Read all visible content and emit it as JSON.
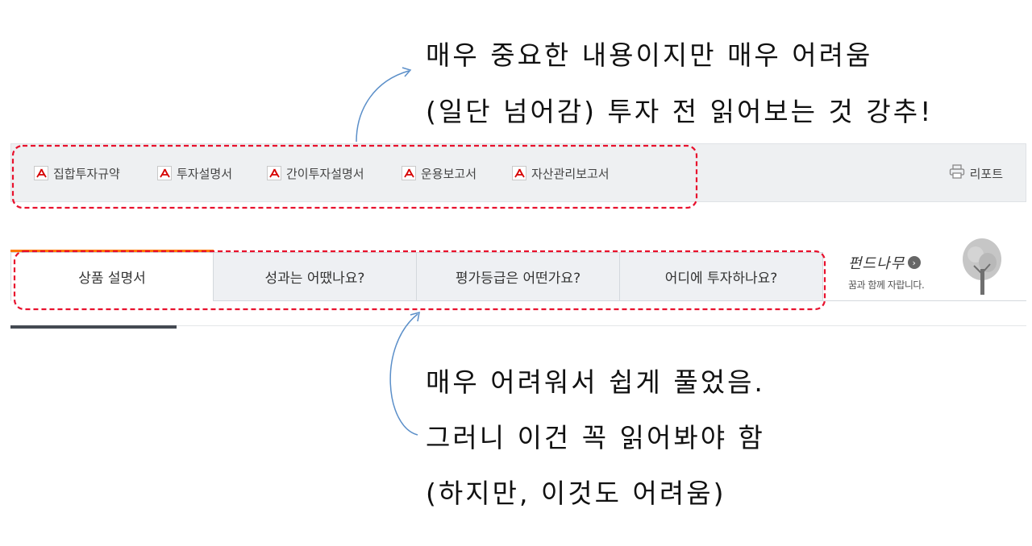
{
  "notes": {
    "line1": "매우 중요한 내용이지만 매우 어려움",
    "line2": "(일단 넘어감) 투자 전 읽어보는 것 강추!",
    "line3": "매우 어려워서 쉽게 풀었음.",
    "line4": "그러니 이건 꼭 읽어봐야 함",
    "line5": "(하지만, 이것도 어려움)"
  },
  "documents": {
    "items": [
      {
        "label": "집합투자규약",
        "icon": "pdf-icon"
      },
      {
        "label": "투자설명서",
        "icon": "pdf-icon"
      },
      {
        "label": "간이투자설명서",
        "icon": "pdf-icon"
      },
      {
        "label": "운용보고서",
        "icon": "pdf-icon"
      },
      {
        "label": "자산관리보고서",
        "icon": "pdf-icon"
      }
    ],
    "report_label": "리포트",
    "report_icon": "printer-icon"
  },
  "tabs": [
    {
      "label": "상품 설명서",
      "active": true
    },
    {
      "label": "성과는 어땠나요?",
      "active": false
    },
    {
      "label": "평가등급은 어떤가요?",
      "active": false
    },
    {
      "label": "어디에 투자하나요?",
      "active": false
    }
  ],
  "brand": {
    "name": "펀드나무",
    "tagline": "꿈과 함께 자랍니다.",
    "arrow_icon": "chevron-right-circle-icon",
    "tree_icon": "tree-icon"
  },
  "colors": {
    "accent_orange": "#ff7a00",
    "annotation_red": "#e8112d",
    "arrow_blue": "#5b8fc9",
    "pdf_red": "#d60000"
  }
}
